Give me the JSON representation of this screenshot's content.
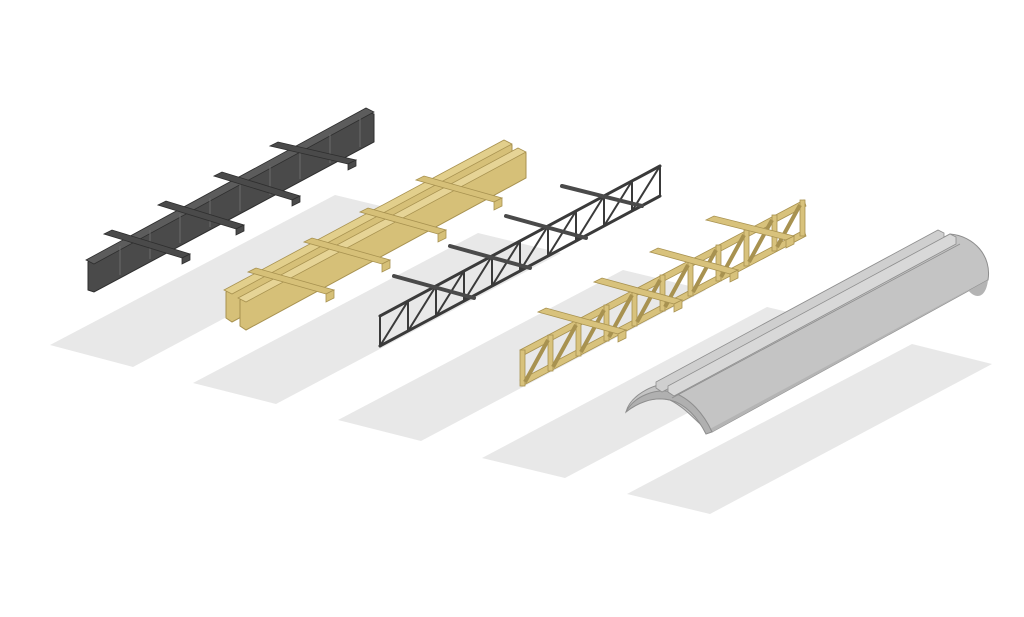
{
  "diagram": {
    "description_visible_text": "",
    "structures": [
      {
        "id": "steel-ibeam",
        "icon": "steel-girder-with-crossbeams-icon",
        "material_color": "#4a4a4a",
        "accent_color": "#2e2e2e"
      },
      {
        "id": "timber-double-beam",
        "icon": "timber-double-beam-icon",
        "material_color": "#d6c078",
        "accent_color": "#a89250"
      },
      {
        "id": "steel-truss",
        "icon": "steel-truss-icon",
        "material_color": "#3a3a3a",
        "accent_color": "#222222"
      },
      {
        "id": "timber-truss",
        "icon": "timber-truss-icon",
        "material_color": "#d8c27c",
        "accent_color": "#a89250"
      },
      {
        "id": "concrete-shell",
        "icon": "concrete-shell-vault-icon",
        "material_color": "#c4c4c4",
        "accent_color": "#8e8e8e"
      }
    ],
    "shadow_color": "#e8e8e8"
  }
}
